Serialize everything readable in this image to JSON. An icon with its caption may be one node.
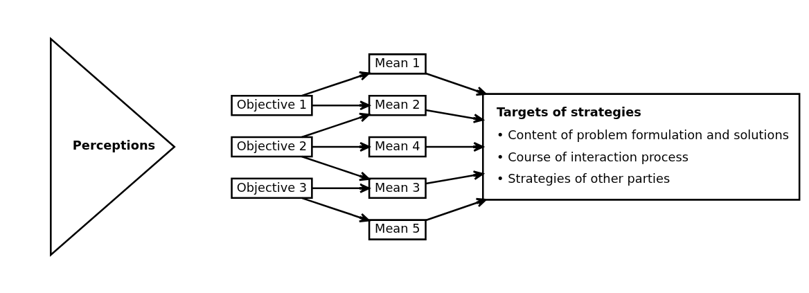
{
  "diagram": {
    "nodes": [
      {
        "text": [
          "Perceptions"
        ]
      },
      {
        "text": [
          "Objective 1"
        ]
      },
      {
        "text": [
          "Objective 2"
        ]
      },
      {
        "text": [
          "Objective 3"
        ]
      },
      {
        "text": [
          "Mean 1"
        ]
      },
      {
        "text": [
          "Mean 2"
        ]
      },
      {
        "text": [
          "Mean 3"
        ]
      },
      {
        "text": [
          "Mean 4"
        ]
      },
      {
        "text": [
          "Mean 5"
        ]
      },
      {
        "text": [
          "Targets of strategies",
          "• Content of problem formulation and solutions",
          "• Course of interaction process",
          "• Strategies of other parties"
        ]
      }
    ],
    "edges": [
      {
        "from": 1,
        "to": 4,
        "arrow": "to"
      },
      {
        "from": 1,
        "to": 5,
        "arrow": "to"
      },
      {
        "from": 2,
        "to": 5,
        "arrow": "to"
      },
      {
        "from": 2,
        "to": 6,
        "arrow": "to"
      },
      {
        "from": 2,
        "to": 7,
        "arrow": "to"
      },
      {
        "from": 3,
        "to": 6,
        "arrow": "to"
      },
      {
        "from": 3,
        "to": 8,
        "arrow": "to"
      },
      {
        "from": 4,
        "to": 9,
        "arrow": "to"
      },
      {
        "from": 5,
        "to": 9,
        "arrow": "to"
      },
      {
        "from": 6,
        "to": 9,
        "arrow": "to"
      },
      {
        "from": 7,
        "to": 9,
        "arrow": "to"
      },
      {
        "from": 8,
        "to": 9,
        "arrow": "to"
      }
    ]
  }
}
